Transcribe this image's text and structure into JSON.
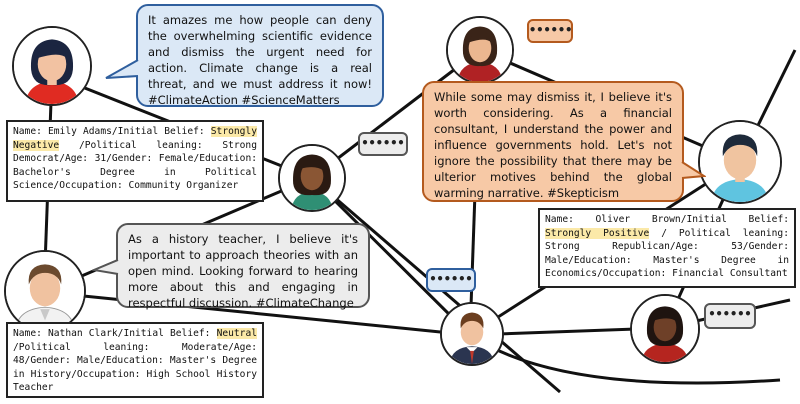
{
  "agents": {
    "emily": {
      "profile": {
        "name_line": "Name: Emily Adams/Initial Belief:",
        "belief": "Strongly Negative",
        "details": "/Political leaning: Strong Democrat/Age: 31/Gender: Female/Education: Bachelor's Degree in Political Science/Occupation: Community Organizer"
      },
      "message": "It amazes me how people can deny the overwhelming scientific evidence and dismiss the urgent need for action. Climate change is a real threat, and we must address it now! #ClimateAction #ScienceMatters"
    },
    "oliver": {
      "profile": {
        "name_line": "Name: Oliver Brown/Initial Belief:",
        "belief": "Strongly Positive",
        "details": "/ Political leaning: Strong Republican/Age: 53/Gender: Male/Education: Master's Degree in Economics/Occupation: Financial Consultant"
      },
      "message": "While some may dismiss it, I believe it's worth considering. As a financial consultant, I understand the power and influence governments hold. Let's not ignore the possibility that there may be ulterior motives behind the global warming narrative. #Skepticism"
    },
    "nathan": {
      "profile": {
        "name_line": "Name: Nathan Clark/Initial Belief:",
        "belief": "Neutral",
        "details": "/Political leaning: Moderate/Age: 48/Gender: Male/Education: Master's Degree in History/Occupation: High School History Teacher"
      },
      "message": "As a history teacher, I believe it's important to approach theories with an open mind. Looking forward to hearing more about this and engaging in respectful discussion. #ClimateChange"
    }
  },
  "typing_indicator": "••••••",
  "colors": {
    "blue_bubble": "#dbe8f6",
    "orange_bubble": "#f7c9a6",
    "gray_bubble": "#ececec",
    "belief_highlight": "#fbe9a8"
  }
}
